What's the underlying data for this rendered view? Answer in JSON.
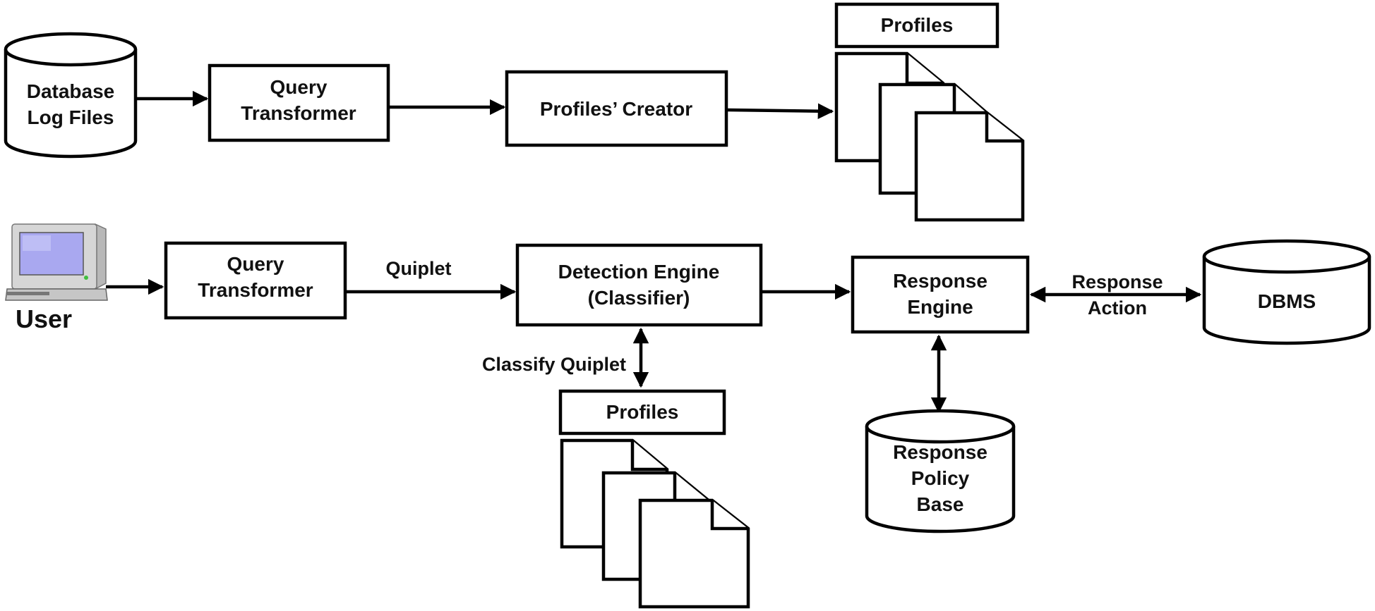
{
  "nodes": {
    "db_log_files": [
      "Database",
      "Log Files"
    ],
    "query_transformer_top": [
      "Query",
      "Transformer"
    ],
    "profiles_creator": "Profiles’ Creator",
    "profiles_top": "Profiles",
    "user": "User",
    "query_transformer_bottom": [
      "Query",
      "Transformer"
    ],
    "detection_engine": [
      "Detection Engine",
      "(Classifier)"
    ],
    "response_engine": [
      "Response",
      "Engine"
    ],
    "dbms": "DBMS",
    "profiles_bottom": "Profiles",
    "response_policy_base": [
      "Response",
      "Policy",
      "Base"
    ]
  },
  "edge_labels": {
    "quiplet": "Quiplet",
    "classify_quiplet": "Classify Quiplet",
    "response_action": [
      "Response",
      "Action"
    ]
  },
  "colors": {
    "stroke": "#000000",
    "text": "#111111",
    "monitor_screen": "#a9a8f0",
    "monitor_body": "#d6d6d6"
  },
  "icons": {
    "user_terminal": "computer-monitor-icon",
    "profile_documents": "document-stack-icon",
    "databases": "cylinder-database-icon"
  }
}
